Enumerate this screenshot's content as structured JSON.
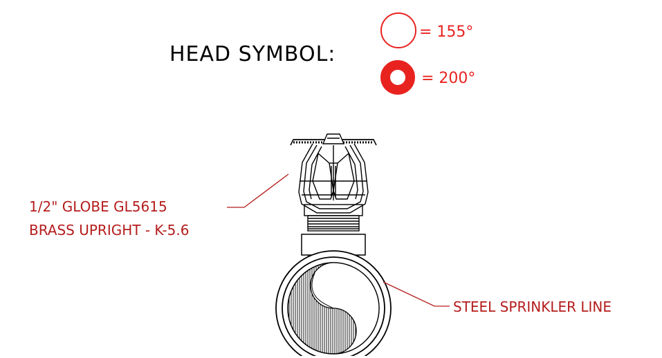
{
  "legend": {
    "title": "HEAD SYMBOL:",
    "items": [
      {
        "label": "= 155°",
        "symbol": "ring-thin",
        "color": "#e8231f"
      },
      {
        "label": "= 200°",
        "symbol": "ring-thick",
        "color": "#e8231f"
      }
    ]
  },
  "callouts": {
    "head_line1": "1/2\" GLOBE GL5615",
    "head_line2": "BRASS UPRIGHT - K-5.6",
    "pipe": "STEEL SPRINKLER LINE"
  },
  "colors": {
    "linework": "#000000",
    "annotation": "#b51c1c",
    "symbol": "#e8231f"
  }
}
